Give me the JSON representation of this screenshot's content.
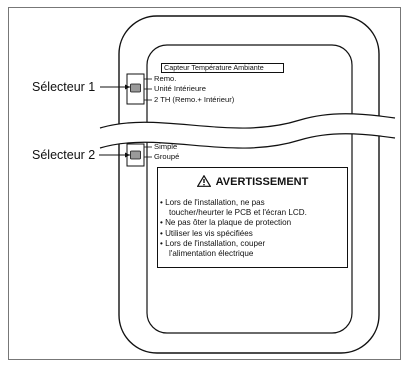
{
  "diagram": {
    "sensor_title": "Capteur Température Ambiante",
    "selector1": {
      "label": "Sélecteur 1",
      "options": [
        "Remo.",
        "Unité Intérieure",
        "2 TH (Remo.+ Intérieur)"
      ]
    },
    "selector2": {
      "label": "Sélecteur 2",
      "options": [
        "Simple",
        "Groupé"
      ]
    },
    "warning": {
      "icon": "warning-triangle-icon",
      "title": "AVERTISSEMENT",
      "lines": [
        "• Lors de l'installation, ne pas",
        "toucher/heurter le PCB et l'écran LCD.",
        "• Ne pas ôter la plaque de protection",
        "• Utiliser les vis spécifiées",
        "• Lors de l'installation, couper",
        "l'alimentation électrique"
      ]
    }
  }
}
